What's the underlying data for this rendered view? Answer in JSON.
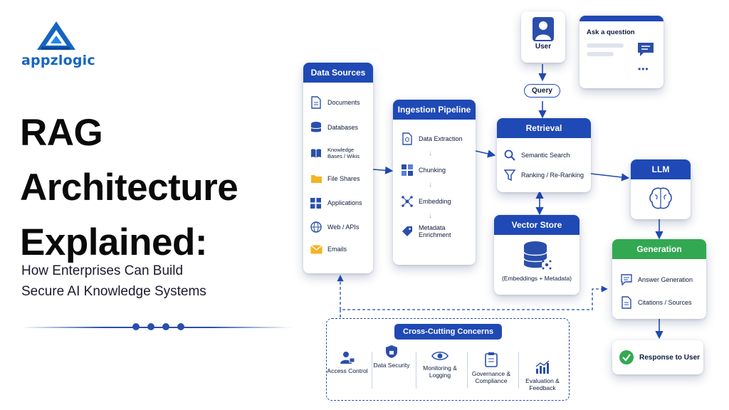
{
  "brand": {
    "name": "appzlogic"
  },
  "title": {
    "line1": "RAG",
    "line2": "Architecture",
    "line3": "Explained:"
  },
  "subtitle": {
    "line1": "How Enterprises Can Build",
    "line2": "Secure AI Knowledge Systems"
  },
  "diagram": {
    "data_sources": {
      "title": "Data Sources",
      "items": [
        "Documents",
        "Databases",
        "Knowledge Bases / Wikis",
        "File Shares",
        "Applications",
        "Web / APIs",
        "Emails"
      ]
    },
    "ingestion": {
      "title": "Ingestion Pipeline",
      "steps": [
        "Data Extraction",
        "Chunking",
        "Embedding",
        "Metadata Enrichment"
      ]
    },
    "user": {
      "label": "User"
    },
    "question": {
      "label": "Ask a question"
    },
    "query": {
      "label": "Query"
    },
    "retrieval": {
      "title": "Retrieval",
      "items": [
        "Semantic Search",
        "Ranking / Re-Ranking"
      ]
    },
    "vector_store": {
      "title": "Vector Store",
      "caption": "(Embeddings + Metadata)"
    },
    "llm": {
      "title": "LLM"
    },
    "generation": {
      "title": "Generation",
      "items": [
        "Answer Generation",
        "Citations / Sources"
      ]
    },
    "response": {
      "label": "Response to User"
    },
    "cross_cutting": {
      "title": "Cross-Cutting Concerns",
      "items": [
        "Access Control",
        "Data Security",
        "Monitoring & Logging",
        "Governance & Compliance",
        "Evaluation & Feedback"
      ]
    }
  },
  "colors": {
    "primary": "#1f49b5",
    "generation": "#33a852",
    "text": "#0d1b3e"
  }
}
